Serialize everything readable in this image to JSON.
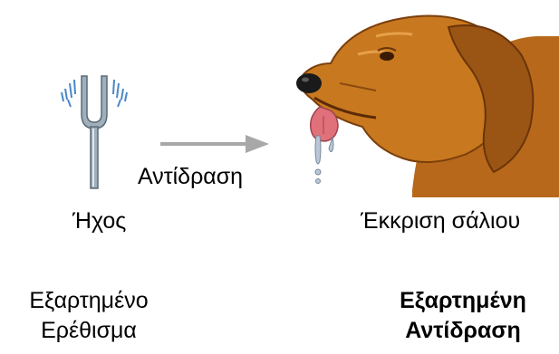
{
  "diagram": {
    "arrow_label": "Αντίδραση",
    "stimulus_label": "Ήχος",
    "response_label": "Έκκριση σάλιου",
    "conditioned_stimulus": {
      "line1": "Εξαρτημένο",
      "line2": "Ερέθισμα"
    },
    "conditioned_response": {
      "line1": "Εξαρτημένη",
      "line2": "Αντίδραση"
    }
  },
  "icons": {
    "tuning_fork": "tuning-fork-icon",
    "arrow": "right-arrow-icon",
    "dog": "dog-head-icon"
  },
  "colors": {
    "fork_metal": "#8a9aa6",
    "fork_vibration": "#4a86c8",
    "arrow": "#a8a8a8",
    "dog_fur": "#c8781e",
    "dog_shadow": "#8c4a10",
    "tongue": "#e0707a",
    "drool": "#b8c8d8"
  }
}
